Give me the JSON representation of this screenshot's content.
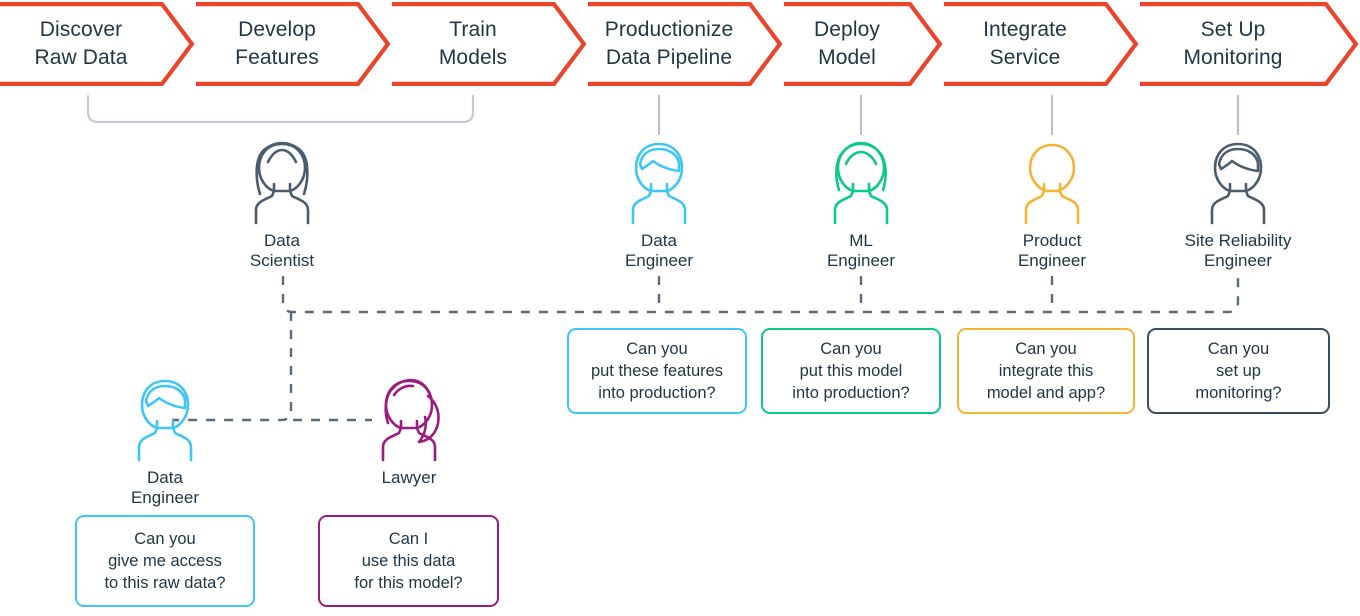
{
  "colors": {
    "chevron": "#E8452C",
    "text_dark": "#223746",
    "slate": "#4A5C6E",
    "cyan": "#3FC6F4",
    "green": "#0CC98A",
    "amber": "#F5B335",
    "purple": "#9B1B7E",
    "bracket_gray": "#C3CCD6",
    "dash_gray": "#5C6B7A",
    "stem_gray": "#B8C2CC"
  },
  "pipeline": {
    "name": "ml-lifecycle-pipeline",
    "stages": [
      {
        "id": "discover-raw-data",
        "label": "Discover\nRaw Data"
      },
      {
        "id": "develop-features",
        "label": "Develop\nFeatures"
      },
      {
        "id": "train-models",
        "label": "Train\nModels"
      },
      {
        "id": "productionize-data-pipeline",
        "label": "Productionize\nData Pipeline"
      },
      {
        "id": "deploy-model",
        "label": "Deploy\nModel"
      },
      {
        "id": "integrate-service",
        "label": "Integrate\nService"
      },
      {
        "id": "set-up-monitoring",
        "label": "Set Up\nMonitoring"
      }
    ]
  },
  "roles": [
    {
      "id": "data-scientist",
      "label": "Data\nScientist",
      "color": "#4A5C6E",
      "hair": "long"
    },
    {
      "id": "data-engineer-top",
      "label": "Data\nEngineer",
      "color": "#3FC6F4",
      "hair": "short"
    },
    {
      "id": "ml-engineer",
      "label": "ML\nEngineer",
      "color": "#0CC98A",
      "hair": "medium"
    },
    {
      "id": "product-engineer",
      "label": "Product\nEngineer",
      "color": "#F5B335",
      "hair": "bald"
    },
    {
      "id": "site-reliability-engineer",
      "label": "Site Reliability\nEngineer",
      "color": "#4A5C6E",
      "hair": "short"
    },
    {
      "id": "data-engineer-bottom",
      "label": "Data\nEngineer",
      "color": "#3FC6F4",
      "hair": "short"
    },
    {
      "id": "lawyer",
      "label": "Lawyer",
      "color": "#9B1B7E",
      "hair": "ponytail"
    }
  ],
  "bubbles": [
    {
      "id": "bubble-data-engineer-features",
      "text": "Can you\nput these features\ninto production?",
      "color": "#3FC6F4"
    },
    {
      "id": "bubble-ml-engineer-model",
      "text": "Can you\nput this model\ninto production?",
      "color": "#0CC98A"
    },
    {
      "id": "bubble-product-engineer",
      "text": "Can you\nintegrate this\nmodel and app?",
      "color": "#F5B335"
    },
    {
      "id": "bubble-sre-monitoring",
      "text": "Can you\nset up\nmonitoring?",
      "color": "#3A4E63"
    },
    {
      "id": "bubble-data-engineer-access",
      "text": "Can you\ngive me access\nto this raw data?",
      "color": "#3FC6F4"
    },
    {
      "id": "bubble-lawyer-usage",
      "text": "Can I\nuse this data\nfor this model?",
      "color": "#9B1B7E"
    }
  ]
}
